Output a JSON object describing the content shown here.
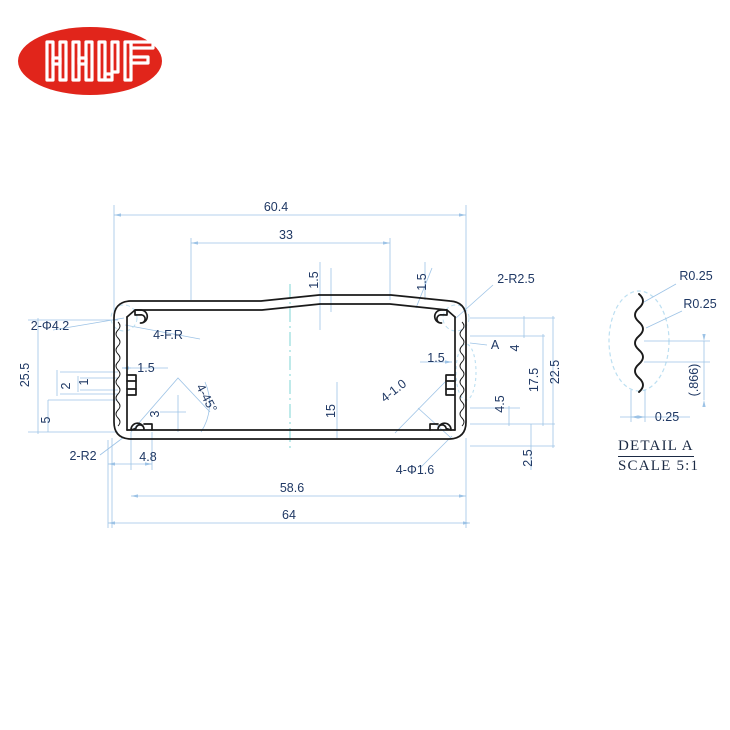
{
  "document": {
    "type": "engineering-drawing",
    "subject": "extruded-aluminium-enclosure-cross-section",
    "background_color": "#ffffff"
  },
  "logo": {
    "name": "HF",
    "text": "HF",
    "shape": "ellipse",
    "fill_color": "#e1251b",
    "text_color": "#ffffff"
  },
  "colors": {
    "dimension_line": "#9dc3e6",
    "dimension_text": "#1f3864",
    "part_outline": "#1a1a1a",
    "centerline": "#7fd4d4",
    "detail_circle": "#bcdff1"
  },
  "main_view": {
    "name": "front-section-view",
    "dimensions": {
      "top": [
        {
          "id": "dim-60-4",
          "value": "60.4",
          "orientation": "horizontal"
        },
        {
          "id": "dim-33",
          "value": "33",
          "orientation": "horizontal"
        },
        {
          "id": "dim-1-5-top-center",
          "value": "1.5",
          "orientation": "vertical"
        },
        {
          "id": "dim-1-5-top-right",
          "value": "1.5",
          "orientation": "vertical"
        }
      ],
      "left": [
        {
          "id": "dim-25-5",
          "value": "25.5",
          "orientation": "vertical"
        },
        {
          "id": "dim-2",
          "value": "2",
          "orientation": "vertical"
        },
        {
          "id": "dim-1",
          "value": "1",
          "orientation": "vertical"
        },
        {
          "id": "dim-5",
          "value": "5",
          "orientation": "vertical"
        },
        {
          "id": "dim-1-5-left",
          "value": "1.5",
          "orientation": "horizontal"
        },
        {
          "id": "dim-3",
          "value": "3",
          "orientation": "vertical"
        }
      ],
      "right": [
        {
          "id": "dim-4",
          "value": "4",
          "orientation": "vertical"
        },
        {
          "id": "dim-17-5",
          "value": "17.5",
          "orientation": "vertical"
        },
        {
          "id": "dim-22-5",
          "value": "22.5",
          "orientation": "vertical"
        },
        {
          "id": "dim-4-5",
          "value": "4.5",
          "orientation": "vertical"
        },
        {
          "id": "dim-2-5",
          "value": "2.5",
          "orientation": "vertical"
        },
        {
          "id": "dim-1-5-right",
          "value": "1.5",
          "orientation": "horizontal"
        },
        {
          "id": "dim-15-center",
          "value": "15",
          "orientation": "vertical"
        }
      ],
      "bottom": [
        {
          "id": "dim-4-8",
          "value": "4.8",
          "orientation": "horizontal"
        },
        {
          "id": "dim-58-6",
          "value": "58.6",
          "orientation": "horizontal"
        },
        {
          "id": "dim-64",
          "value": "64",
          "orientation": "horizontal"
        }
      ]
    },
    "callouts": [
      {
        "id": "callout-2-phi-4-2",
        "text": "2-Φ4.2"
      },
      {
        "id": "callout-4-fr",
        "text": "4-F.R"
      },
      {
        "id": "callout-2-r2",
        "text": "2-R2"
      },
      {
        "id": "callout-2-r2-5",
        "text": "2-R2.5"
      },
      {
        "id": "callout-4-45deg",
        "text": "4-45°"
      },
      {
        "id": "callout-4-1-0",
        "text": "4-1.0"
      },
      {
        "id": "callout-4-phi-1-6",
        "text": "4-Φ1.6"
      },
      {
        "id": "callout-detail-a-marker",
        "text": "A"
      }
    ]
  },
  "detail_view": {
    "name": "detail-a",
    "title": "DETAIL  A",
    "scale": "SCALE   5:1",
    "labels": [
      {
        "id": "detail-r0-25-upper",
        "text": "R0.25"
      },
      {
        "id": "detail-r0-25-lower",
        "text": "R0.25"
      },
      {
        "id": "detail-866",
        "text": "(.866)"
      },
      {
        "id": "detail-0-25",
        "text": "0.25"
      }
    ]
  }
}
